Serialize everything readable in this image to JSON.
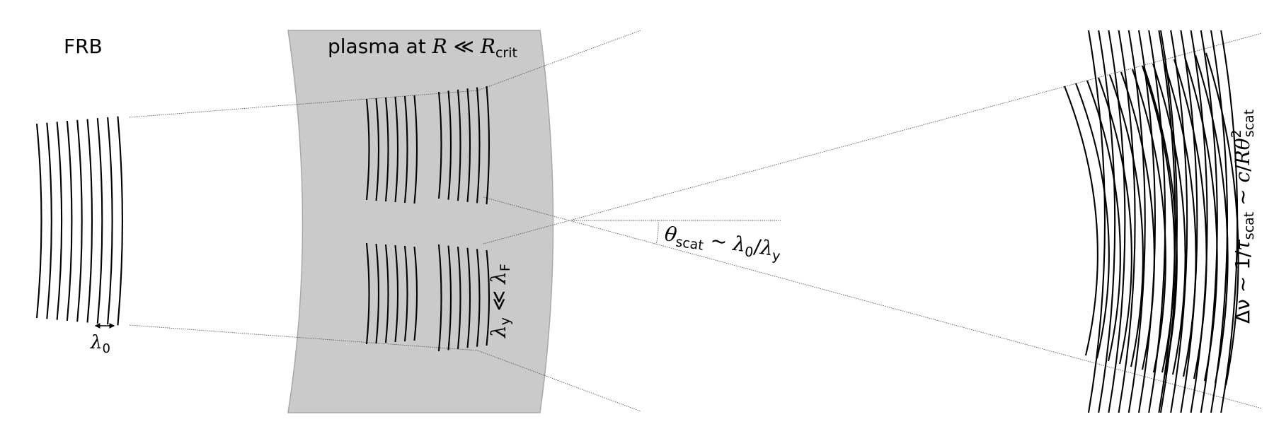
{
  "labels": {
    "source": "FRB",
    "plasma_prefix": "plasma at ",
    "plasma_R": "R",
    "plasma_ll": " ≪ ",
    "plasma_Rsym": "R",
    "plasma_sub": "crit",
    "lambda0_sym": "λ",
    "lambda0_sub": "0",
    "lambday_sym": "λ",
    "lambday_sub": "y",
    "lambday_rel": " ≪ ",
    "lambdaF_sym": "λ",
    "lambdaF_sub": "F",
    "theta_sym": "θ",
    "theta_sub": "scat",
    "theta_rel": " ~ ",
    "theta_num_sym": "λ",
    "theta_num_sub": "0",
    "theta_slash": "/",
    "theta_den_sym": "λ",
    "theta_den_sub": "y",
    "bw_prefix": "Δν ~ 1/",
    "bw_tau": "τ",
    "bw_tau_sub": "scat",
    "bw_rel": " ~ ",
    "bw_c": "c",
    "bw_slash": "/",
    "bw_R": "R",
    "bw_theta": "θ",
    "bw_theta_sup": "2",
    "bw_theta_sub": "scat"
  },
  "colors": {
    "plasma_fill": "#cacaca",
    "plasma_edge": "#a8a8a8",
    "wavefront": "#000000",
    "ray": "#555555"
  }
}
